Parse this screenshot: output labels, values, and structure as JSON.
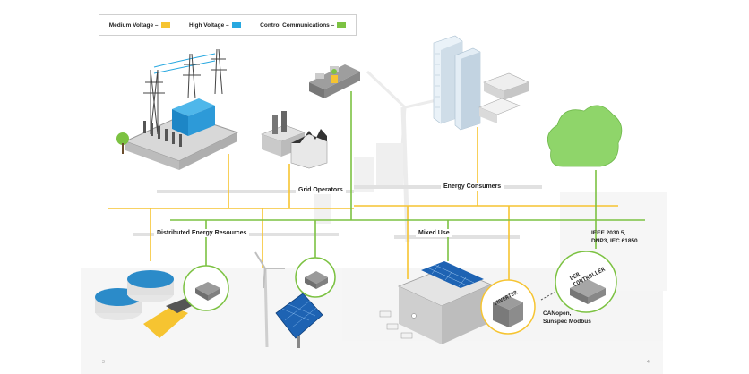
{
  "legend": {
    "medium": {
      "label": "Medium Voltage –",
      "color": "#f6c431"
    },
    "high": {
      "label": "High Voltage –",
      "color": "#28a8e0"
    },
    "control": {
      "label": "Control Communications –",
      "color": "#7cc242"
    }
  },
  "labels": {
    "grid_operators": "Grid Operators",
    "energy_consumers": "Energy Consumers",
    "distributed": "Distributed Energy Resources",
    "mixed_use": "Mixed Use"
  },
  "protocols": {
    "ieee_line1": "IEEE 2030.5,",
    "ieee_line2": "DNP3, IEC 61850",
    "canopen_line1": "CANopen,",
    "canopen_line2": "Sunspec Modbus"
  },
  "devices": {
    "inverter": "INVERTER",
    "der_line1": "DER",
    "der_line2": "CONTROLLER"
  },
  "pages": {
    "left": "3",
    "right": "4"
  },
  "colors": {
    "bus_gray": "#e1e1e1",
    "scene_gray": "#e7e8e8"
  }
}
